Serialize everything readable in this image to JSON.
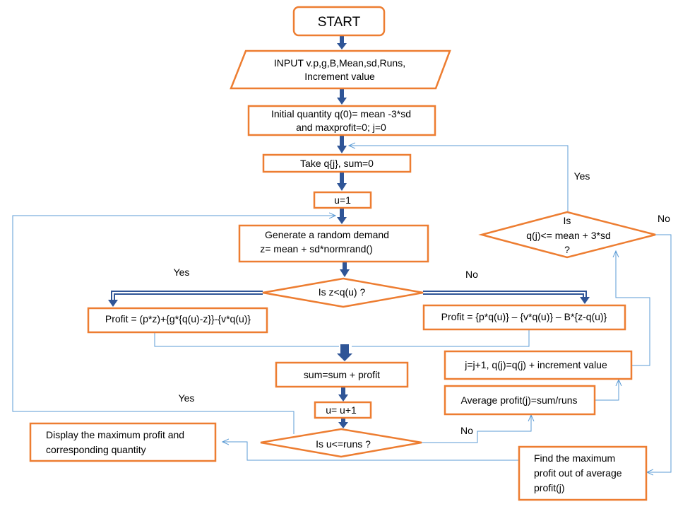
{
  "colors": {
    "box_stroke": "#ED7D31",
    "arrow_main": "#2F5597",
    "arrow_thin": "#5B9BD5",
    "text": "#000000",
    "background": "#FFFFFF"
  },
  "flowchart": {
    "start": "START",
    "input": [
      "INPUT v.p,g,B,Mean,sd,Runs,",
      "Increment value"
    ],
    "init": [
      "Initial quantity q(0)= mean -3*sd",
      "and maxprofit=0; j=0"
    ],
    "take_q": "Take q{j}, sum=0",
    "u_init": "u=1",
    "generate": [
      "Generate  a random demand",
      "z= mean + sd*normrand()"
    ],
    "decision_z": "Is z<q(u)  ?",
    "profit_yes": "Profit = (p*z)+{g*{q(u)-z}}-{v*q(u)}",
    "profit_no": "Profit = {p*q(u)}  – {v*q(u)}  – B*{z-q(u)}",
    "sum_update": "sum=sum + profit",
    "u_inc": "u= u+1",
    "decision_runs": "Is u<=runs  ?",
    "display": [
      "Display the maximum profit and",
      "corresponding quantity"
    ],
    "average": "Average profit(j)=sum/runs",
    "j_inc": "j=j+1,  q(j)=q(j)  + increment value",
    "decision_q": [
      "Is",
      "q(j)<= mean + 3*sd",
      "?"
    ],
    "find_max": [
      "Find the maximum",
      "profit out of average",
      "profit(j)"
    ],
    "labels": {
      "yes_z": "Yes",
      "no_z": "No",
      "yes_runs": "Yes",
      "no_runs": "No",
      "yes_q": "Yes",
      "no_q": "No"
    }
  }
}
